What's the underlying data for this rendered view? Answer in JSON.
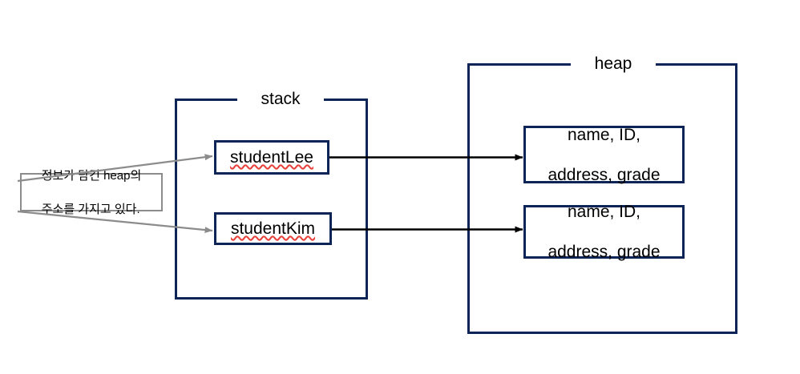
{
  "diagram": {
    "title_regions": {
      "stack": {
        "label": "stack"
      },
      "heap": {
        "label": "heap"
      }
    },
    "stack_variables": [
      {
        "name": "studentLee",
        "misspelled": true
      },
      {
        "name": "studentKim",
        "misspelled": true
      }
    ],
    "heap_objects": [
      {
        "line1": "name, ID,",
        "line2": "address, grade"
      },
      {
        "line1": "name, ID,",
        "line2": "address, grade"
      }
    ],
    "annotation": {
      "line1": "정보가 담긴 heap의",
      "line2": "주소를 가지고 있다."
    },
    "colors": {
      "box_border": "#0d2456",
      "note_border": "#8c8c8c",
      "note_arrow": "#8c8c8c",
      "pointer_arrow": "#000000",
      "background": "#ffffff",
      "spellcheck_underline": "#e8413a"
    },
    "arrows": [
      {
        "from": "studentLee",
        "to": "heap-object-1",
        "style": "pointer"
      },
      {
        "from": "studentKim",
        "to": "heap-object-2",
        "style": "pointer"
      },
      {
        "from": "annotation",
        "to": "studentLee",
        "style": "note"
      },
      {
        "from": "annotation",
        "to": "studentKim",
        "style": "note"
      }
    ]
  }
}
